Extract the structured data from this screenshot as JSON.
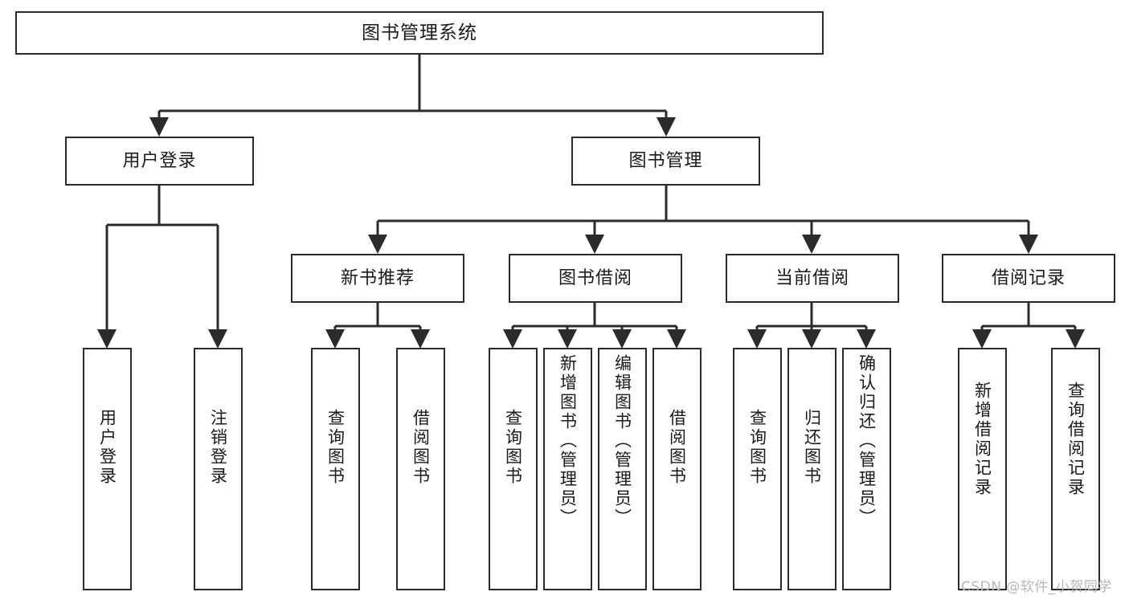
{
  "diagram": {
    "title": "图书管理系统",
    "type": "tree",
    "watermark": "CSDN @软件_小贺同学",
    "colors": {
      "stroke": "#2b2b2b",
      "fill": "#ffffff",
      "text": "#1a1a1a",
      "watermark": "#b8b8b8"
    },
    "levels": {
      "root": {
        "label": "图书管理系统"
      },
      "level2": [
        {
          "id": "user-login",
          "label": "用户登录"
        },
        {
          "id": "book-manage",
          "label": "图书管理"
        }
      ],
      "level3": [
        {
          "id": "new-book-recommend",
          "label": "新书推荐",
          "parent": "book-manage"
        },
        {
          "id": "book-borrow",
          "label": "图书借阅",
          "parent": "book-manage"
        },
        {
          "id": "current-borrow",
          "label": "当前借阅",
          "parent": "book-manage"
        },
        {
          "id": "borrow-record",
          "label": "借阅记录",
          "parent": "book-manage"
        }
      ],
      "leaves": [
        {
          "id": "leaf-user-login",
          "label": "用户登录",
          "parent": "user-login"
        },
        {
          "id": "leaf-logout-login",
          "label": "注销登录",
          "parent": "user-login"
        },
        {
          "id": "leaf-query-book-1",
          "label": "查询图书",
          "parent": "new-book-recommend"
        },
        {
          "id": "leaf-borrow-book-1",
          "label": "借阅图书",
          "parent": "new-book-recommend"
        },
        {
          "id": "leaf-query-book-2",
          "label": "查询图书",
          "parent": "book-borrow"
        },
        {
          "id": "leaf-add-book",
          "label": "新增图书（管理员）",
          "parent": "book-borrow"
        },
        {
          "id": "leaf-edit-book",
          "label": "编辑图书（管理员）",
          "parent": "book-borrow"
        },
        {
          "id": "leaf-borrow-book-2",
          "label": "借阅图书",
          "parent": "book-borrow"
        },
        {
          "id": "leaf-query-book-3",
          "label": "查询图书",
          "parent": "current-borrow"
        },
        {
          "id": "leaf-return-book",
          "label": "归还图书",
          "parent": "current-borrow"
        },
        {
          "id": "leaf-confirm-return",
          "label": "确认归还（管理员）",
          "parent": "current-borrow"
        },
        {
          "id": "leaf-add-record",
          "label": "新增借阅记录",
          "parent": "borrow-record"
        },
        {
          "id": "leaf-query-record",
          "label": "查询借阅记录",
          "parent": "borrow-record"
        }
      ]
    }
  }
}
